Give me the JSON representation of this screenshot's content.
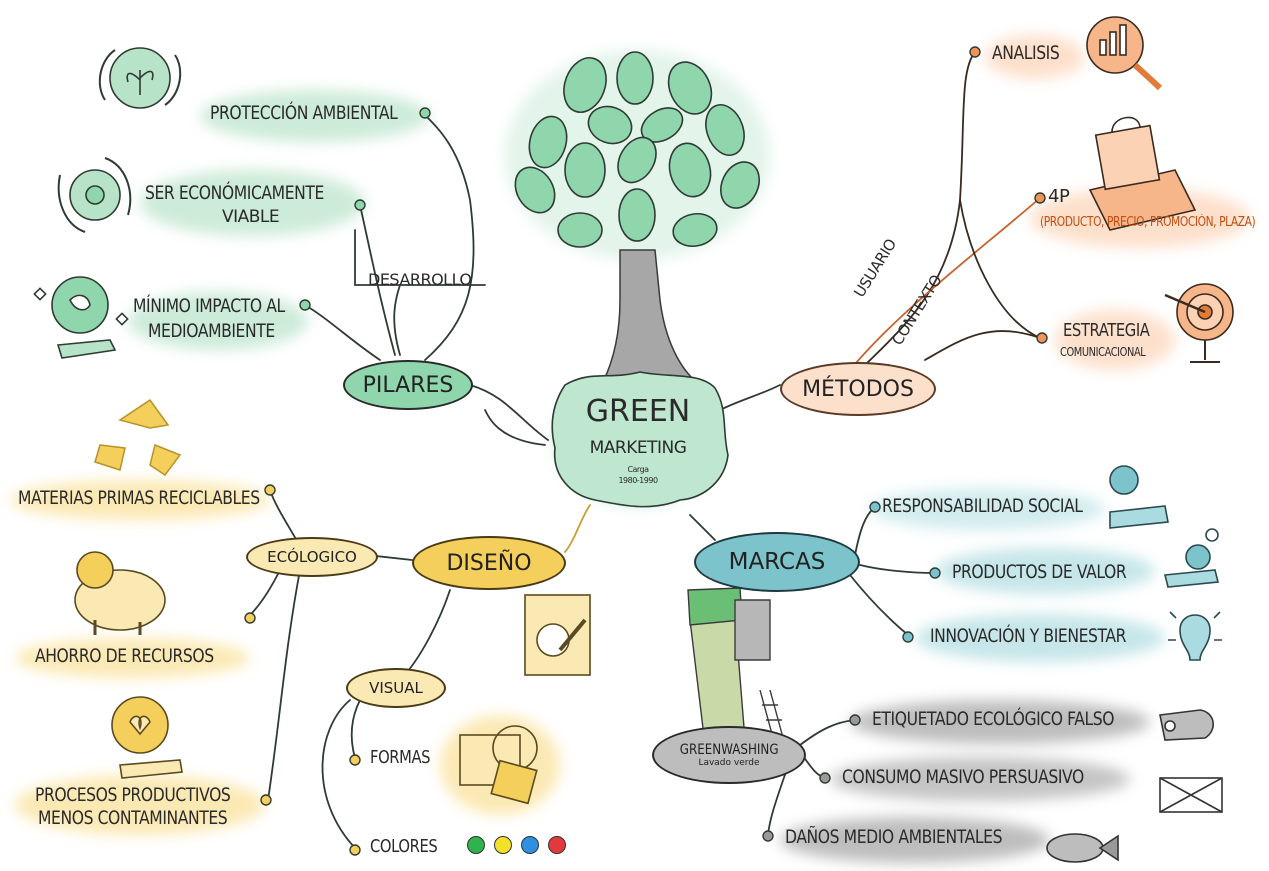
{
  "center": {
    "title": "GREEN",
    "subtitle": "MARKETING",
    "note_line1": "Carga",
    "note_line2": "1980-1990"
  },
  "pilares": {
    "label": "PILARES",
    "sub": "DESARROLLO",
    "items": [
      "PROTECCIÓN AMBIENTAL",
      "SER ECONÓMICAMENTE",
      "VIABLE",
      "MÍNIMO IMPACTO AL",
      "MEDIOAMBIENTE"
    ]
  },
  "metodos": {
    "label": "MÉTODOS",
    "branch_labels": [
      "USUARIO",
      "CONTEXTO"
    ],
    "analisis": "ANALISIS",
    "p4": "4P",
    "p4_detail": "(PRODUCTO, PRECIO, PROMOCIÓN, PLAZA)",
    "estrategia": "ESTRATEGIA",
    "estrategia_sub": "COMUNICACIONAL"
  },
  "diseno": {
    "label": "DISEÑO",
    "ecologico": "ECÓLOGICO",
    "materias": "MATERIAS PRIMAS RECICLABLES",
    "ahorro": "AHORRO DE RECURSOS",
    "procesos_1": "PROCESOS PRODUCTIVOS",
    "procesos_2": "MENOS CONTAMINANTES",
    "visual": "VISUAL",
    "formas": "FORMAS",
    "colores": "COLORES"
  },
  "marcas": {
    "label": "MARCAS",
    "items": [
      "RESPONSABILIDAD SOCIAL",
      "PRODUCTOS DE VALOR",
      "INNOVACIÓN Y BIENESTAR"
    ]
  },
  "greenwashing": {
    "label": "GREENWASHING",
    "sub": "Lavado verde",
    "items": [
      "ETIQUETADO ECOLÓGICO FALSO",
      "CONSUMO MASIVO PERSUASIVO",
      "DAÑOS MEDIO AMBIENTALES"
    ]
  },
  "colors": {
    "green": "#7fcfa6",
    "orange": "#f0945a",
    "yellow": "#f5cf5c",
    "teal": "#7cc3cc",
    "gray": "#9a9a9a",
    "swatches": [
      "#2fb34a",
      "#f2e02a",
      "#2f8fe0",
      "#e23a3a"
    ]
  }
}
